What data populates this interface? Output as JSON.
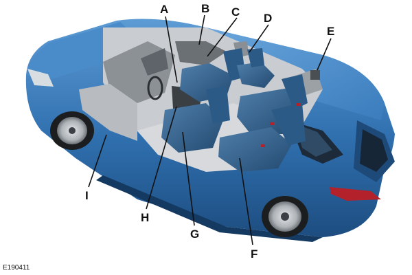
{
  "figure_id": "E190411",
  "callouts": {
    "A": "A",
    "B": "B",
    "C": "C",
    "D": "D",
    "E": "E",
    "F": "F",
    "G": "G",
    "H": "H",
    "I": "I"
  },
  "colors": {
    "body_blue": "#2f6fae",
    "body_blue_dark": "#1d4d80",
    "body_blue_light": "#5d9bd4",
    "interior_grey": "#c9ccd0",
    "seat_blue": "#2c5a86",
    "seat_blue_light": "#4f7fab",
    "glass": "#1c2a3a",
    "taillight": "#b3212b",
    "wheel_grey": "#aeb3b8"
  }
}
